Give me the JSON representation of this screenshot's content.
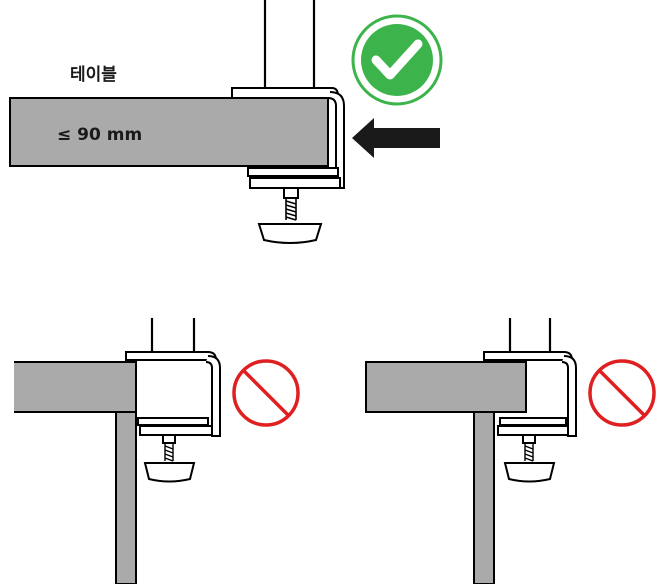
{
  "correct_install": {
    "table_label": "테이블",
    "thickness_label": "≤ 90 mm",
    "status": "correct",
    "status_color": "#3cb44b",
    "status_icon": "check-circle-icon",
    "arrow_icon": "push-arrow-icon"
  },
  "incorrect_installs": [
    {
      "status": "prohibited",
      "status_color": "#e02020",
      "status_icon": "prohibited-icon"
    },
    {
      "status": "prohibited",
      "status_color": "#e02020",
      "status_icon": "prohibited-icon"
    }
  ],
  "colors": {
    "table_fill": "#aaaaaa",
    "outline": "#000000",
    "background": "#ffffff"
  }
}
